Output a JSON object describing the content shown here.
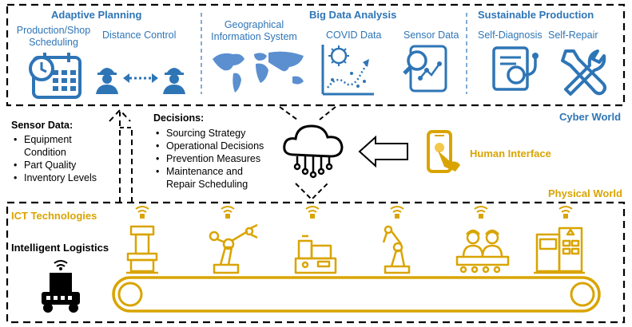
{
  "cyber": {
    "adaptive_planning": {
      "title": "Adaptive Planning",
      "item1": [
        "Production/Shop",
        "Scheduling"
      ],
      "item2": "Distance Control"
    },
    "big_data": {
      "title": "Big Data Analysis",
      "gis": [
        "Geographical",
        "Information System"
      ],
      "covid": "COVID Data",
      "sensor": "Sensor Data"
    },
    "sustainable": {
      "title": "Sustainable Production",
      "diag": "Self-Diagnosis",
      "repair": "Self-Repair"
    },
    "world_label": "Cyber World"
  },
  "middle": {
    "sensor": {
      "title": "Sensor Data:",
      "items": [
        "Equipment",
        "Condition",
        "Part Quality",
        "Inventory Levels"
      ]
    },
    "decisions": {
      "title": "Decisions:",
      "items": [
        "Sourcing Strategy",
        "Operational Decisions",
        "Prevention Measures",
        "Maintenance and",
        "Repair Scheduling"
      ]
    },
    "human_interface": "Human Interface"
  },
  "physical": {
    "world_label": "Physical World",
    "ict": "ICT Technologies",
    "logistics": "Intelligent Logistics"
  },
  "colors": {
    "blue": "#2e75b6",
    "gold": "#d9a400",
    "border": "#000000"
  }
}
